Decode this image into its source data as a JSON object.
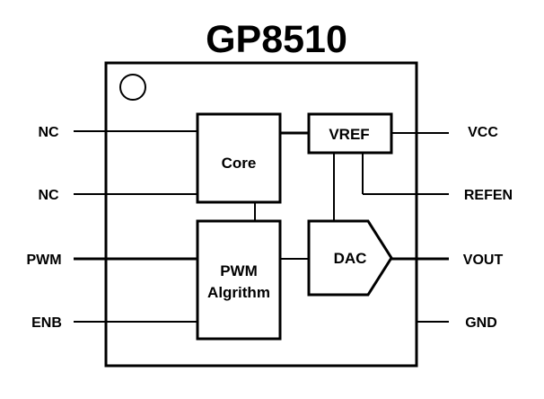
{
  "title": "GP8510",
  "pins": {
    "left": [
      "NC",
      "NC",
      "PWM",
      "ENB"
    ],
    "right": [
      "VCC",
      "REFEN",
      "VOUT",
      "GND"
    ]
  },
  "blocks": {
    "core": "Core",
    "vref": "VREF",
    "pwm_line1": "PWM",
    "pwm_line2": "Algrithm",
    "dac": "DAC"
  }
}
